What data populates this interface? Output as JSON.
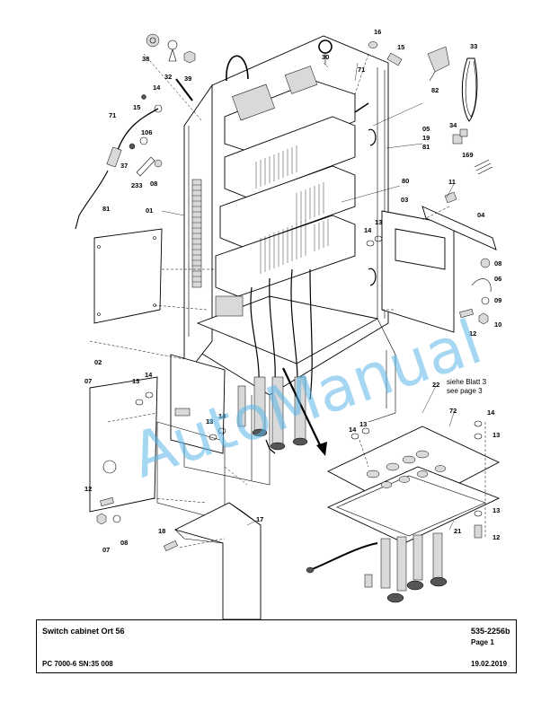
{
  "title_block": {
    "title": "Switch cabinet Ort 56",
    "model": "PC 7000-6 SN:35 008",
    "doc_number": "535-2256b",
    "page": "Page 1",
    "date": "19.02.2019"
  },
  "watermark": "AutoManual",
  "note": {
    "line1": "siehe Blatt 3",
    "line2": "see page 3"
  },
  "callouts": {
    "c38": "38",
    "c32": "32",
    "c39": "39",
    "c14a": "14",
    "c15a": "15",
    "c71a": "71",
    "c106": "106",
    "c37": "37",
    "c233": "233",
    "c08a": "08",
    "c81a": "81",
    "c30": "30",
    "c71b": "71",
    "c16": "16",
    "c15b": "15",
    "c82": "82",
    "c33": "33",
    "c05": "05",
    "c19": "19",
    "c81b": "81",
    "c34": "34",
    "c169": "169",
    "c11": "11",
    "c80": "80",
    "c01": "01",
    "c03": "03",
    "c04": "04",
    "c13a": "13",
    "c14b": "14",
    "c08b": "08",
    "c06": "06",
    "c09": "09",
    "c12a": "12",
    "c10": "10",
    "c02": "02",
    "c07a": "07",
    "c13b": "13",
    "c14c": "14",
    "c13c": "13",
    "c14d": "14",
    "c22": "22",
    "c72": "72",
    "c14e": "14",
    "c13d": "13",
    "c14f": "14",
    "c13e": "13",
    "c12b": "12",
    "c07b": "07",
    "c08c": "08",
    "c18": "18",
    "c17": "17",
    "c13f": "13",
    "c12c": "12",
    "c21": "21"
  }
}
